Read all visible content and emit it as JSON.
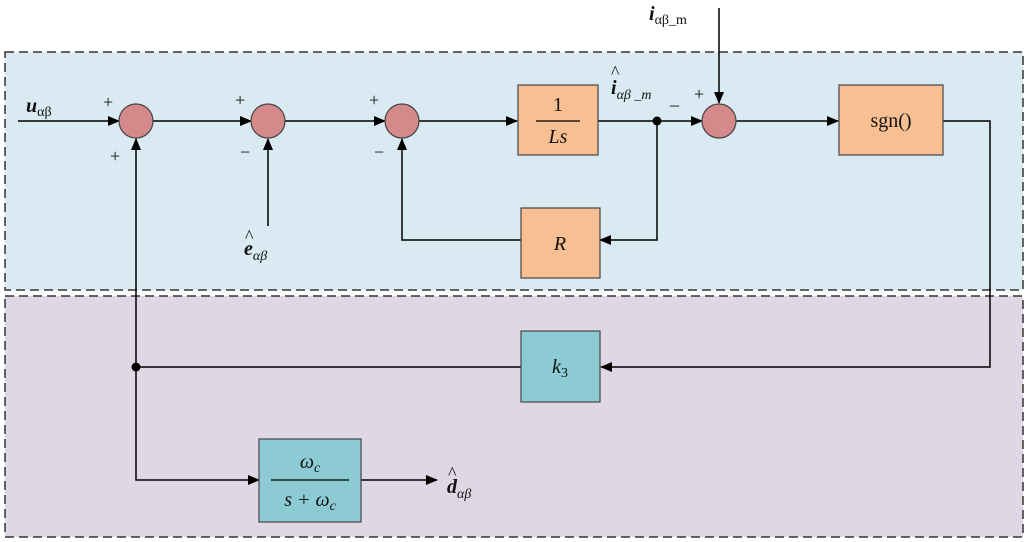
{
  "colors": {
    "top_region_fill": "#d9eaf2",
    "bottom_region_fill": "#e0d7e4",
    "orange_block": "#f7bf92",
    "teal_block": "#8ccbd4",
    "summer": "#d4898a",
    "line": "#000000"
  },
  "signals": {
    "u_main": "u",
    "u_sub": "αβ",
    "e_hat_main": "e",
    "e_hat_sub": "αβ",
    "i_meas_main": "i",
    "i_meas_sub": "αβ_m",
    "i_hat_main": "i",
    "i_hat_sub": "αβ _m",
    "d_hat_main": "d",
    "d_hat_sub": "αβ"
  },
  "blocks": {
    "integrator_num": "1",
    "integrator_den": "Ls",
    "resistance": "R",
    "sign_func": "sgn()",
    "gain_main": "k",
    "gain_sub": "3",
    "lpf_num_main": "ω",
    "lpf_num_sub": "c",
    "lpf_den_prefix": "s + ω",
    "lpf_den_sub": "c"
  },
  "signs": {
    "s1_left": "+",
    "s1_bottom": "+",
    "s2_left": "+",
    "s2_bottom": "−",
    "s3_left": "+",
    "s3_bottom": "−",
    "s4_left": "_",
    "s4_top": "+"
  }
}
